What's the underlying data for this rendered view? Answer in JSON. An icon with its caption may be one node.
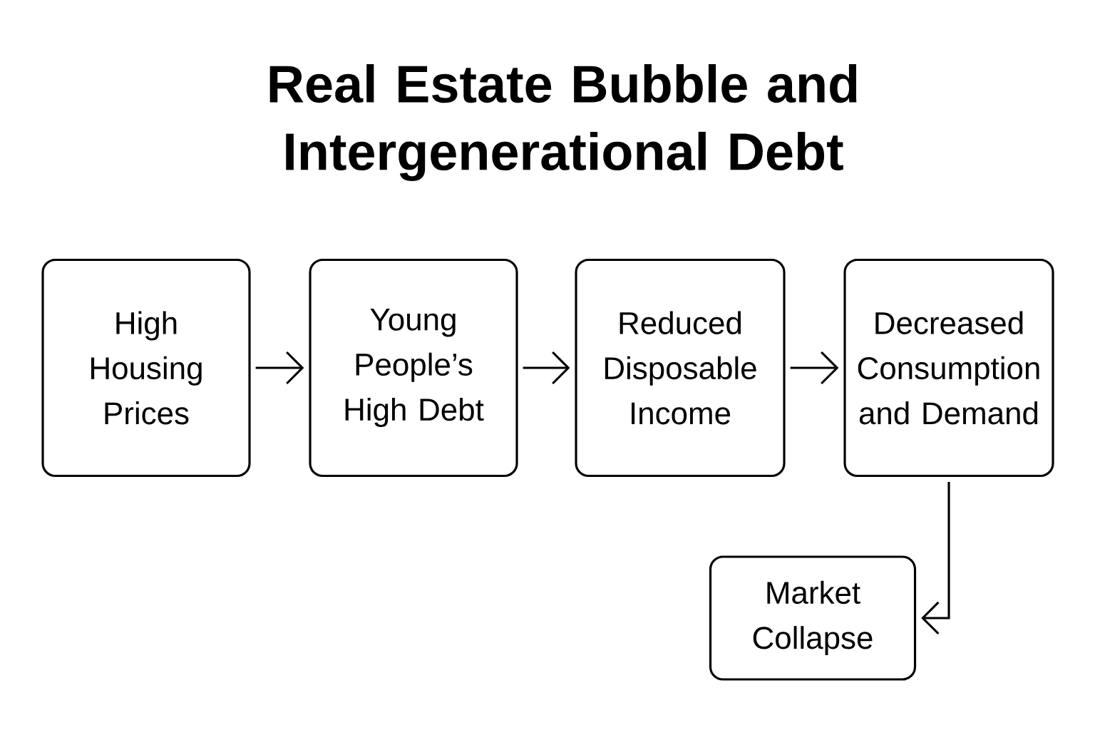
{
  "diagram": {
    "title": "Real Estate Bubble and Intergenerational Debt",
    "nodes": [
      {
        "text": [
          "High Housing Prices"
        ]
      },
      {
        "text": [
          "Young People’s High Debt"
        ]
      },
      {
        "text": [
          "Reduced Disposable Income"
        ]
      },
      {
        "text": [
          "Decreased Consumption and Demand"
        ]
      },
      {
        "text": [
          "Market Collapse"
        ]
      }
    ],
    "edges": [
      {
        "from": 0,
        "to": 1,
        "arrow": "to"
      },
      {
        "from": 1,
        "to": 2,
        "arrow": "to"
      },
      {
        "from": 2,
        "to": 3,
        "arrow": "to"
      },
      {
        "from": 3,
        "to": 4,
        "arrow": "to"
      }
    ]
  }
}
